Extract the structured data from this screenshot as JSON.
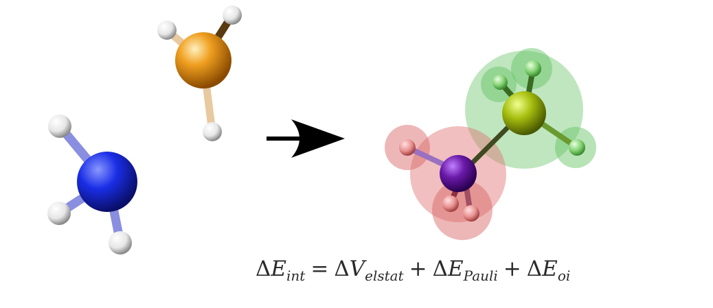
{
  "equation": {
    "lhs_delta": "Δ",
    "lhs_symbol": "E",
    "lhs_sub": "int",
    "equals": "=",
    "terms": [
      {
        "delta": "Δ",
        "symbol": "V",
        "sub": "elstat"
      },
      {
        "delta": "Δ",
        "symbol": "E",
        "sub": "Pauli"
      },
      {
        "delta": "Δ",
        "symbol": "E",
        "sub": "oi"
      }
    ],
    "plus": "+"
  },
  "colors": {
    "nitrogen": "#1a2ee6",
    "nitrogen_bond": "#8a8ee0",
    "boron": "#f0a020",
    "boron_bond": "#e8c9a0",
    "hydrogen": "#ffffff",
    "complex_donor": "#6a1aa8",
    "complex_acceptor": "#a8c010",
    "donor_cloud": "#e07070",
    "acceptor_cloud": "#70c870",
    "arrow": "#000000"
  }
}
